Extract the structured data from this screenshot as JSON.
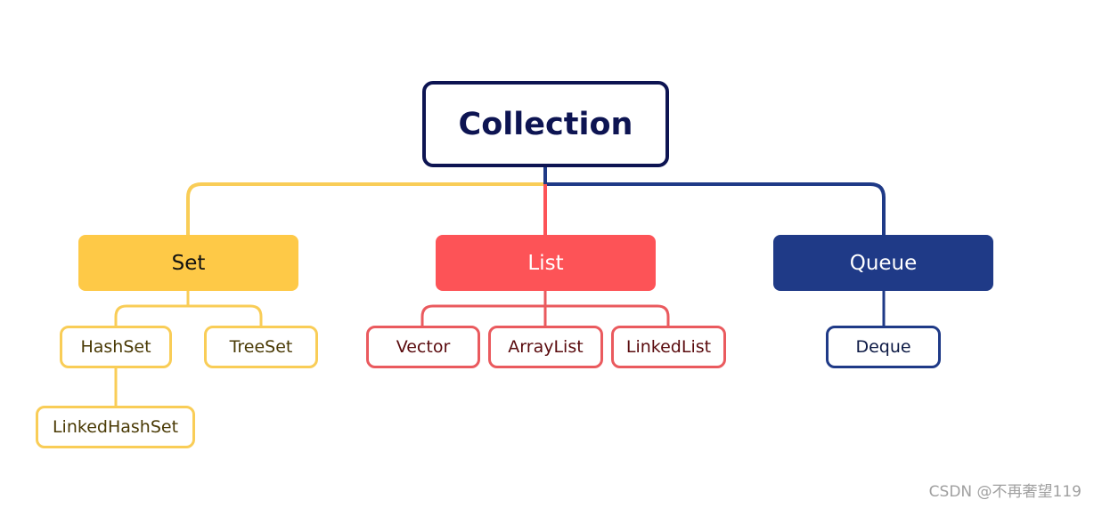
{
  "root": {
    "label": "Collection"
  },
  "categories": [
    {
      "label": "Set",
      "children": [
        {
          "label": "HashSet",
          "children": [
            {
              "label": "LinkedHashSet"
            }
          ]
        },
        {
          "label": "TreeSet"
        }
      ]
    },
    {
      "label": "List",
      "children": [
        {
          "label": "Vector"
        },
        {
          "label": "ArrayList"
        },
        {
          "label": "LinkedList"
        }
      ]
    },
    {
      "label": "Queue",
      "children": [
        {
          "label": "Deque"
        }
      ]
    }
  ],
  "colors": {
    "root_border": "#0d1452",
    "set": "#fec947",
    "set_line": "#f9cd57",
    "list": "#fd5357",
    "list_line": "#ea5a5e",
    "queue": "#1f3a87"
  },
  "watermark": "CSDN @不再奢望119"
}
